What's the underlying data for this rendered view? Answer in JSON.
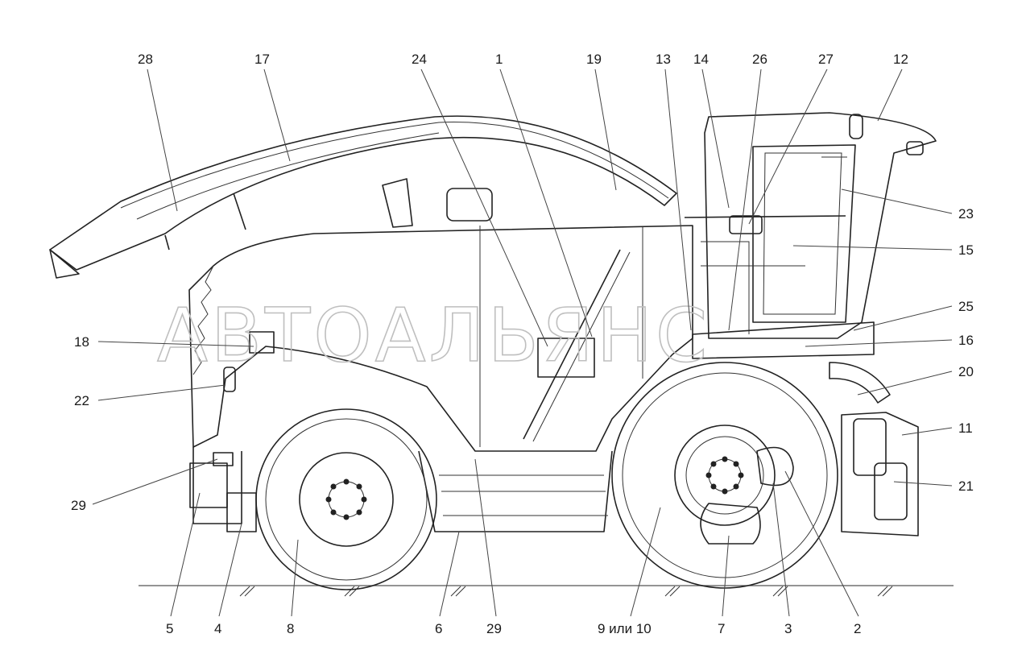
{
  "watermark": "АВТОАЛЬЯНС",
  "callouts": {
    "c28": "28",
    "c17": "17",
    "c24": "24",
    "c1": "1",
    "c19": "19",
    "c13": "13",
    "c14": "14",
    "c26": "26",
    "c27": "27",
    "c12": "12",
    "c23": "23",
    "c15": "15",
    "c25": "25",
    "c16": "16",
    "c20": "20",
    "c11": "11",
    "c21": "21",
    "c18": "18",
    "c22": "22",
    "c29a": "29",
    "c5": "5",
    "c4": "4",
    "c8": "8",
    "c6": "6",
    "c29b": "29",
    "c9": "9 или 10",
    "c7": "7",
    "c3": "3",
    "c2": "2"
  }
}
